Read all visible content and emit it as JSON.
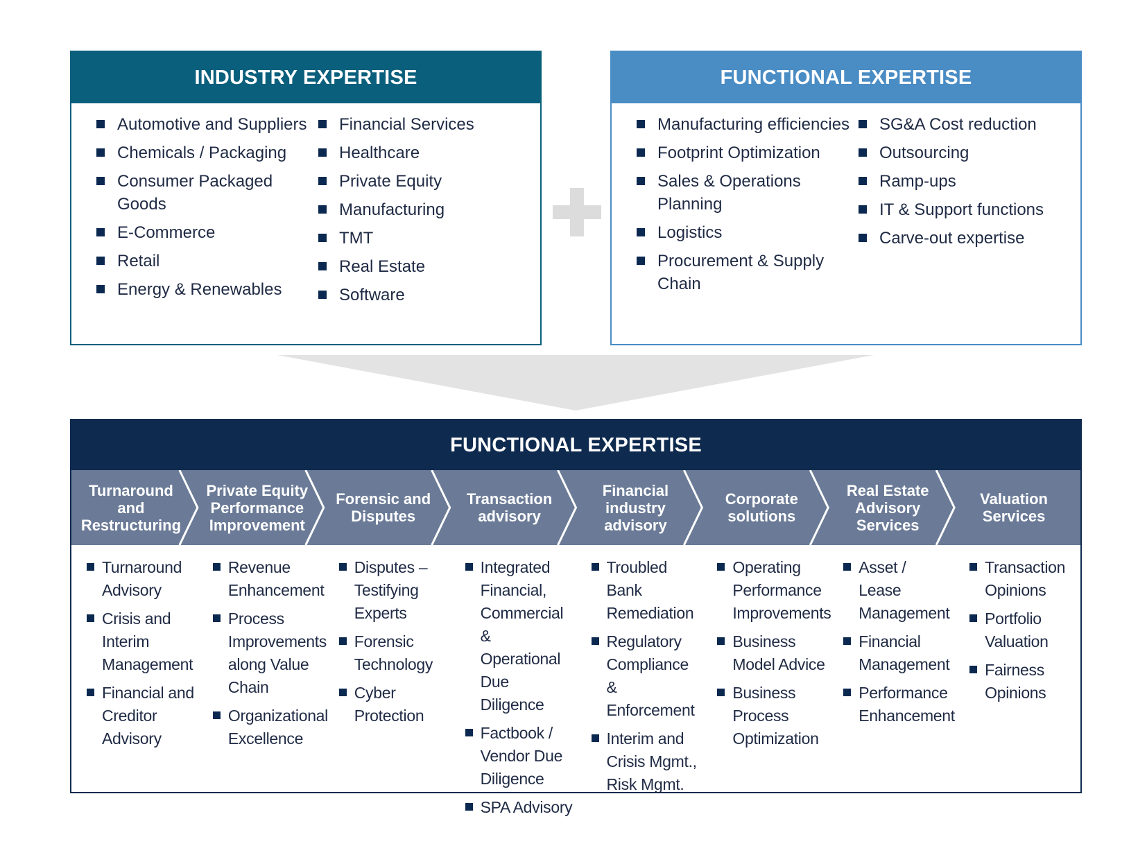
{
  "industry": {
    "title": "INDUSTRY EXPERTISE",
    "col1": [
      "Automotive and Suppliers",
      "Chemicals / Packaging",
      "Consumer Packaged Goods",
      "E-Commerce",
      "Retail",
      "Energy & Renewables"
    ],
    "col2": [
      "Financial Services",
      "Healthcare",
      "Private Equity",
      "Manufacturing",
      "TMT",
      "Real Estate",
      "Software"
    ]
  },
  "functional_top": {
    "title": "FUNCTIONAL EXPERTISE",
    "col1": [
      "Manufacturing efficiencies",
      "Footprint Optimization",
      "Sales & Operations Planning",
      "Logistics",
      "Procurement & Supply Chain"
    ],
    "col2": [
      "SG&A Cost reduction",
      "Outsourcing",
      "Ramp-ups",
      "IT & Support functions",
      "Carve-out expertise"
    ]
  },
  "functional_bottom": {
    "title": "FUNCTIONAL EXPERTISE",
    "services": [
      {
        "label": "Turnaround and Restructuring",
        "items": [
          "Turnaround Advisory",
          "Crisis and Interim Management",
          "Financial and Creditor Advisory"
        ]
      },
      {
        "label": "Private Equity Performance Improvement",
        "items": [
          "Revenue Enhancement",
          "Process Improvements along Value Chain",
          "Organizational Excellence"
        ]
      },
      {
        "label": "Forensic and Disputes",
        "items": [
          "Disputes – Testifying Experts",
          "Forensic Technology",
          "Cyber Protection"
        ]
      },
      {
        "label": "Transaction advisory",
        "items": [
          "Integrated Financial, Commercial & Operational Due Diligence",
          "Factbook / Vendor Due Diligence",
          "SPA Advisory"
        ]
      },
      {
        "label": "Financial industry advisory",
        "items": [
          "Troubled Bank Remediation",
          "Regulatory Compliance & Enforcement",
          "Interim and Crisis Mgmt., Risk Mgmt."
        ]
      },
      {
        "label": "Corporate solutions",
        "items": [
          "Operating Performance Improvements",
          "Business Model Advice",
          "Business Process Optimization"
        ]
      },
      {
        "label": "Real Estate Advisory Services",
        "items": [
          "Asset / Lease Management",
          "Financial Management",
          "Performance Enhancement"
        ]
      },
      {
        "label": "Valuation Services",
        "items": [
          "Transaction Opinions",
          "Portfolio Valuation",
          "Fairness Opinions"
        ]
      }
    ]
  },
  "colors": {
    "industry_header": "#0a5f7c",
    "functional_header": "#4a8cc4",
    "bottom_header": "#0e2a4e",
    "chevron": "#6b7b97",
    "bullet": "#0b2950",
    "plus": "#dcdcdc",
    "funnel": "#e3e3e3"
  },
  "icons": {
    "plus": "plus-icon",
    "funnel": "funnel-arrow-icon",
    "bullet": "square-bullet-icon"
  }
}
